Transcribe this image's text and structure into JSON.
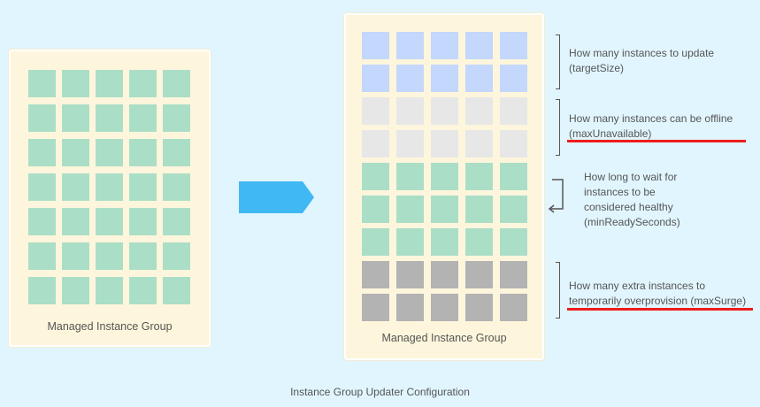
{
  "colors": {
    "background": "#e1f5fe",
    "panel": "#fdf6dc",
    "healthy": "#abdec7",
    "updating": "#c4d7fc",
    "offline": "#e7e7e7",
    "surge": "#b3b3b3",
    "arrow": "#40b8f4",
    "highlight": "#ee1c1c"
  },
  "left_panel": {
    "label": "Managed Instance Group",
    "rows": [
      "healthy",
      "healthy",
      "healthy",
      "healthy",
      "healthy",
      "healthy",
      "healthy"
    ]
  },
  "right_panel": {
    "label": "Managed Instance Group",
    "rows": [
      "updating",
      "updating",
      "offline",
      "offline",
      "healthy",
      "healthy",
      "healthy",
      "surge",
      "surge"
    ]
  },
  "columns_per_row": 5,
  "annotations": {
    "target_size": "How many instances to update\n(targetSize)",
    "max_unavailable": "How many instances can be offline\n(maxUnavailable)",
    "min_ready": "How long to wait for\ninstances to be\nconsidered healthy\n(minReadySeconds)",
    "max_surge": "How many extra instances to\ntemporarily overprovision (maxSurge)"
  },
  "caption": "Instance Group Updater Configuration"
}
